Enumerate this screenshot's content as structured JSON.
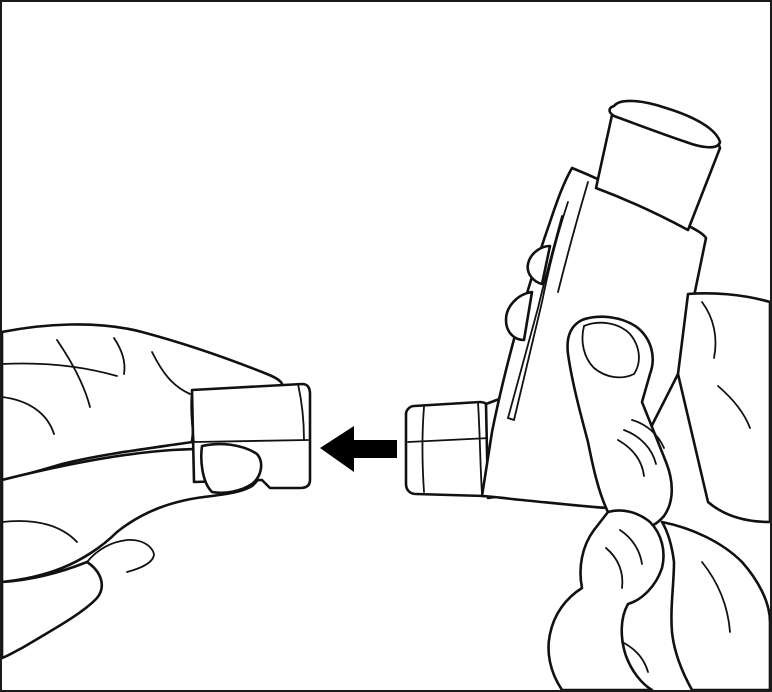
{
  "illustration": {
    "subject": "inhaler-cap-removal",
    "elements": [
      "left-hand",
      "mouthpiece-cap",
      "direction-arrow",
      "inhaler-canister",
      "inhaler-actuator",
      "inhaler-mouthpiece",
      "right-hand"
    ],
    "arrow_direction": "left",
    "colors": {
      "line": "#111111",
      "background": "#ffffff",
      "arrow": "#000000"
    }
  }
}
